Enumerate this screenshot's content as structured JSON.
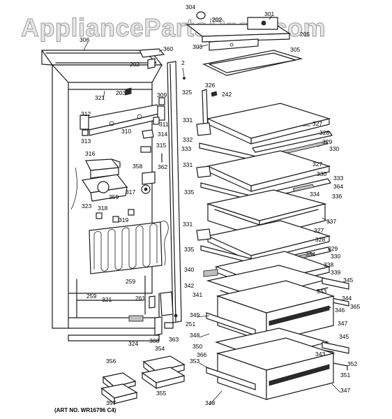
{
  "watermark": "AppliancePartsPros.com",
  "art_number": "(ART NO. WR16796 C4)",
  "labels": [
    "304",
    "202",
    "301",
    "306",
    "360",
    "303",
    "205",
    "305",
    "202",
    "2",
    "203",
    "321",
    "309",
    "325",
    "326",
    "242",
    "312",
    "311",
    "310",
    "314",
    "313",
    "315",
    "331",
    "327",
    "328",
    "332",
    "329",
    "333",
    "330",
    "316",
    "362",
    "358",
    "331",
    "327",
    "330",
    "333",
    "364",
    "335",
    "334",
    "336",
    "317",
    "359",
    "323",
    "318",
    "319",
    "331",
    "337",
    "327",
    "328",
    "335",
    "329",
    "334",
    "330",
    "338",
    "340",
    "339",
    "345",
    "259",
    "342",
    "343",
    "344",
    "341",
    "365",
    "346",
    "349",
    "259",
    "321",
    "261",
    "251",
    "347",
    "348",
    "324",
    "308",
    "363",
    "345",
    "350",
    "354",
    "366",
    "343",
    "356",
    "352",
    "353",
    "351",
    "355",
    "357",
    "348",
    "347"
  ]
}
